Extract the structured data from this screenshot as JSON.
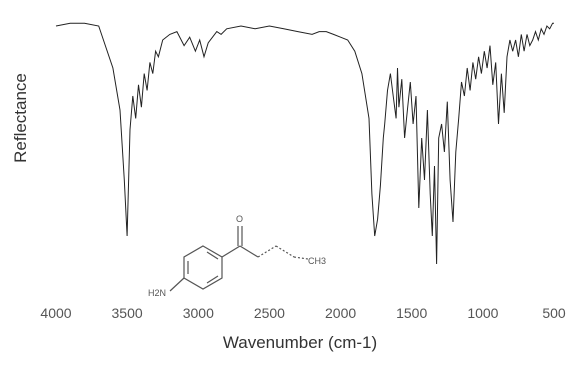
{
  "chart_data": {
    "type": "line",
    "title": "",
    "xlabel": "Wavenumber (cm-1)",
    "ylabel": "Reflectance",
    "xlim": [
      4000,
      500
    ],
    "ylim": [
      0,
      100
    ],
    "x_reversed": true,
    "grid": false,
    "x_ticks": [
      4000,
      3500,
      3000,
      2500,
      2000,
      1500,
      1000,
      500
    ],
    "x_tick_labels": [
      "4000",
      "3500",
      "3000",
      "2500",
      "2000",
      "1500",
      "1000",
      "500"
    ],
    "series": [
      {
        "color": "#222222",
        "x": [
          4000,
          3900,
          3800,
          3700,
          3600,
          3550,
          3520,
          3500,
          3480,
          3460,
          3440,
          3420,
          3400,
          3380,
          3360,
          3340,
          3320,
          3300,
          3280,
          3250,
          3200,
          3150,
          3100,
          3060,
          3020,
          2990,
          2960,
          2930,
          2900,
          2870,
          2840,
          2800,
          2700,
          2600,
          2500,
          2400,
          2300,
          2200,
          2150,
          2100,
          2050,
          2000,
          1950,
          1900,
          1850,
          1800,
          1780,
          1760,
          1740,
          1720,
          1700,
          1690,
          1670,
          1650,
          1630,
          1610,
          1600,
          1590,
          1570,
          1550,
          1530,
          1510,
          1490,
          1470,
          1450,
          1430,
          1410,
          1390,
          1370,
          1355,
          1340,
          1325,
          1310,
          1290,
          1270,
          1250,
          1230,
          1210,
          1190,
          1170,
          1150,
          1130,
          1110,
          1090,
          1070,
          1050,
          1030,
          1010,
          990,
          970,
          950,
          930,
          910,
          890,
          870,
          850,
          830,
          810,
          790,
          770,
          750,
          730,
          710,
          690,
          670,
          650,
          630,
          610,
          590,
          570,
          550,
          530,
          510,
          500
        ],
        "y": [
          95,
          96,
          96,
          95,
          80,
          65,
          40,
          20,
          58,
          70,
          62,
          74,
          66,
          78,
          72,
          82,
          78,
          86,
          84,
          90,
          92,
          93,
          88,
          91,
          86,
          90,
          84,
          89,
          91,
          93,
          92,
          94,
          95,
          94,
          95,
          94,
          93,
          92,
          93,
          93,
          92,
          91,
          90,
          86,
          78,
          62,
          35,
          20,
          26,
          38,
          55,
          60,
          72,
          78,
          70,
          62,
          80,
          66,
          76,
          55,
          65,
          75,
          60,
          70,
          30,
          55,
          40,
          65,
          35,
          20,
          45,
          10,
          55,
          60,
          50,
          68,
          40,
          25,
          50,
          62,
          75,
          70,
          80,
          72,
          82,
          76,
          84,
          78,
          86,
          80,
          88,
          74,
          82,
          60,
          78,
          64,
          84,
          90,
          86,
          90,
          84,
          92,
          86,
          92,
          88,
          90,
          93,
          90,
          94,
          92,
          95,
          94,
          96,
          96
        ]
      }
    ]
  },
  "molecule": {
    "atom_labels": [
      "O",
      "CH3",
      "H2N"
    ]
  }
}
